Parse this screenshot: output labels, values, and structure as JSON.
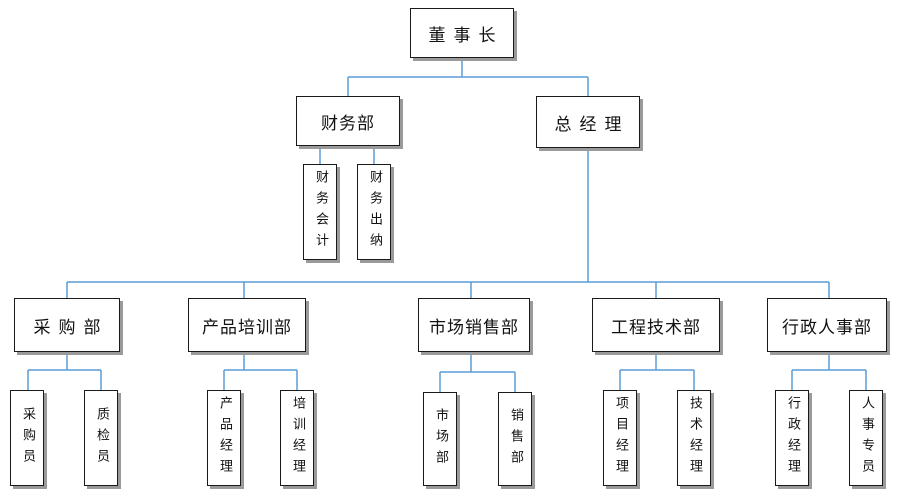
{
  "chairman": "董事长",
  "finance": {
    "label": "财务部",
    "children": [
      "财务会计",
      "财务出纳"
    ]
  },
  "gm": "总经理",
  "departments": [
    {
      "label": "采购部",
      "children": [
        "采购员",
        "质检员"
      ]
    },
    {
      "label": "产品培训部",
      "children": [
        "产品经理",
        "培训经理"
      ]
    },
    {
      "label": "市场销售部",
      "children": [
        "市场部",
        "销售部"
      ]
    },
    {
      "label": "工程技术部",
      "children": [
        "项目经理",
        "技术经理"
      ]
    },
    {
      "label": "行政人事部",
      "children": [
        "行政经理",
        "人事专员"
      ]
    }
  ],
  "colors": {
    "line": "#5b9bd5",
    "border": "#1a1a1a",
    "shadow": "#9a9a9a"
  }
}
